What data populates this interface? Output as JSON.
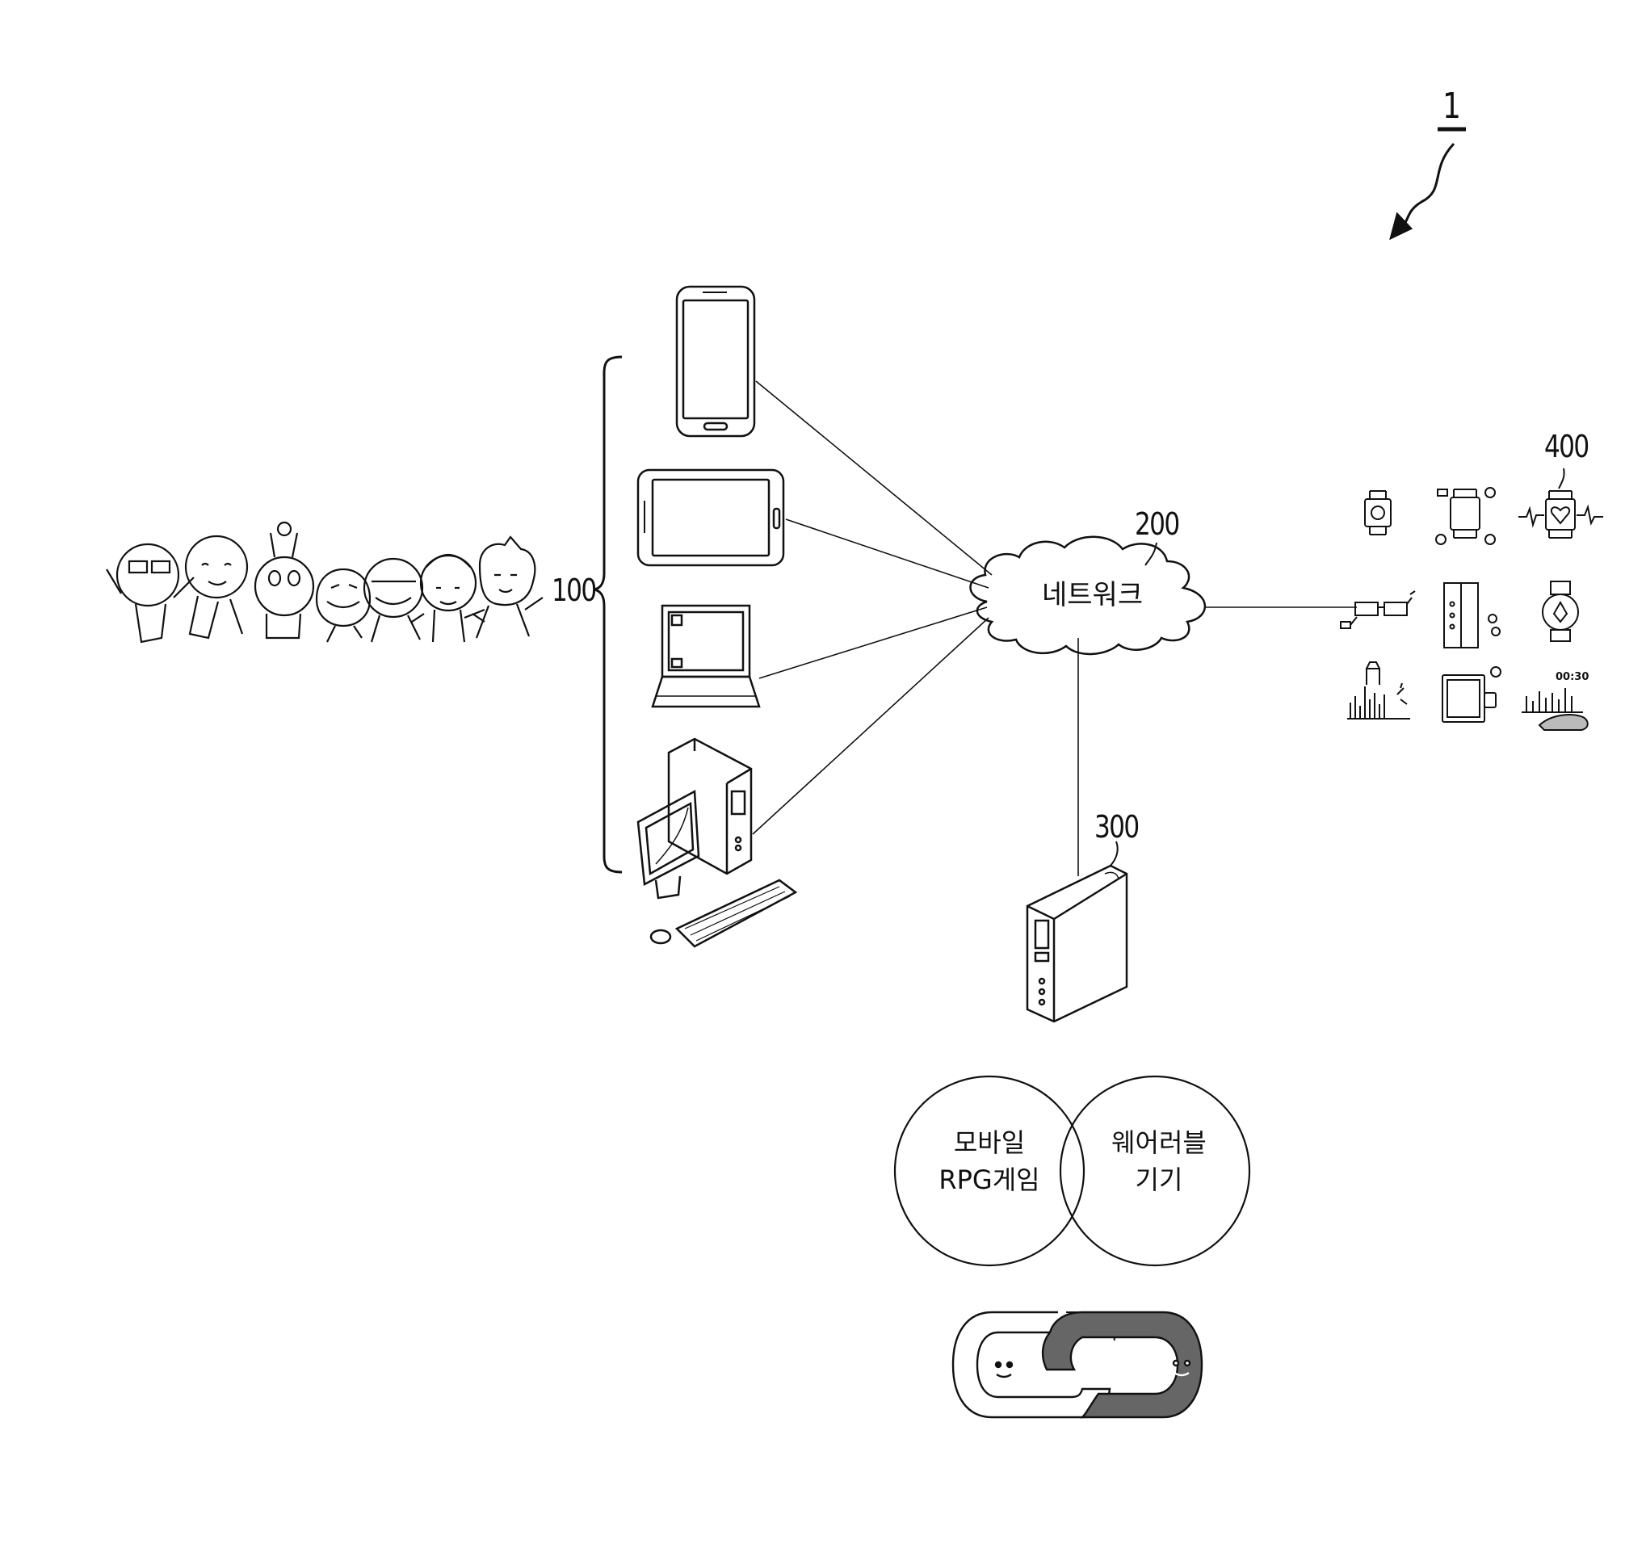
{
  "figure": {
    "ref_main": "1",
    "ref_user_devices": "100",
    "ref_network": "200",
    "ref_server": "300",
    "ref_wearables": "400",
    "network_label": "네트워크"
  },
  "venn": {
    "left_line1": "모바일",
    "left_line2": "RPG게임",
    "right_line1": "웨어러블",
    "right_line2": "기기"
  },
  "wearables": {
    "timer_text": "00:30"
  },
  "icons": [
    "characters-group-illustration",
    "smartphone-icon",
    "tablet-icon",
    "laptop-icon",
    "desktop-pc-icon",
    "cloud-icon",
    "server-tower-icon",
    "smartwatch-icon",
    "smart-glasses-icon",
    "link-chain-icon"
  ]
}
